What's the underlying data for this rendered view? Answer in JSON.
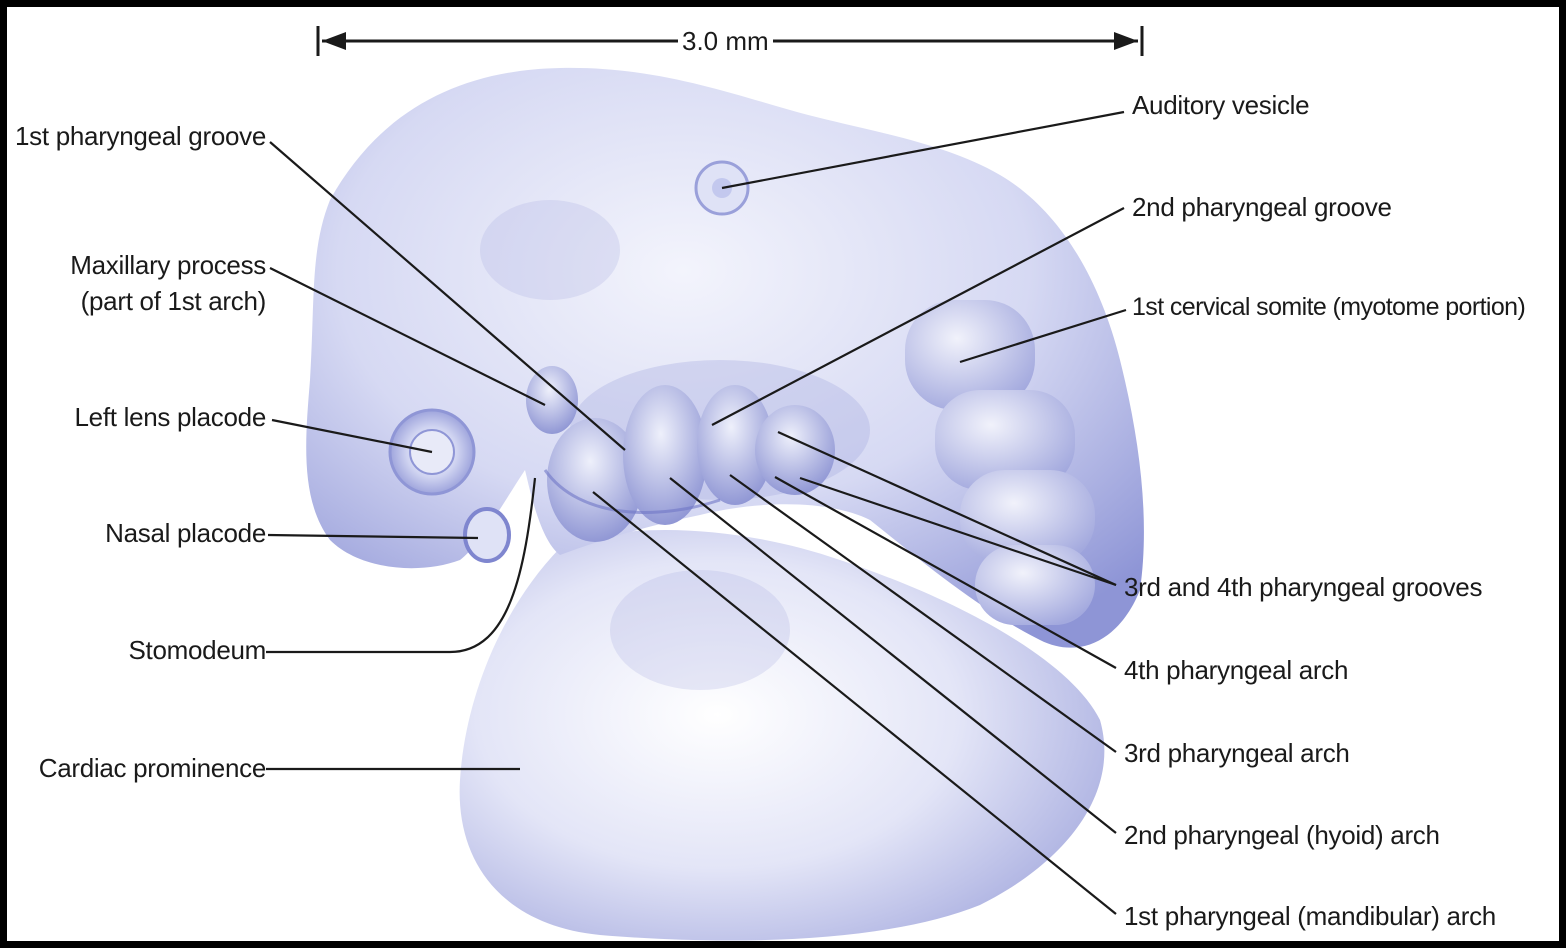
{
  "scale": {
    "text": "3.0 mm"
  },
  "labels": {
    "first_pharyngeal_groove": "1st pharyngeal groove",
    "maxillary_process_line1": "Maxillary process",
    "maxillary_process_line2": "(part of 1st arch)",
    "left_lens_placode": "Left lens placode",
    "nasal_placode": "Nasal placode",
    "stomodeum": "Stomodeum",
    "cardiac_prominence": "Cardiac prominence",
    "auditory_vesicle": "Auditory vesicle",
    "second_pharyngeal_groove": "2nd pharyngeal groove",
    "first_cervical_somite": "1st cervical somite (myotome portion)",
    "third_fourth_grooves": "3rd and 4th pharyngeal grooves",
    "fourth_arch": "4th pharyngeal arch",
    "third_arch": "3rd pharyngeal arch",
    "second_arch": "2nd pharyngeal (hyoid) arch",
    "first_arch": "1st pharyngeal (mandibular) arch"
  },
  "colors": {
    "embryo_light": "#eef0fb",
    "embryo_mid": "#b9bde8",
    "embryo_dark": "#7f86cf",
    "leader": "#1a1a1a"
  }
}
